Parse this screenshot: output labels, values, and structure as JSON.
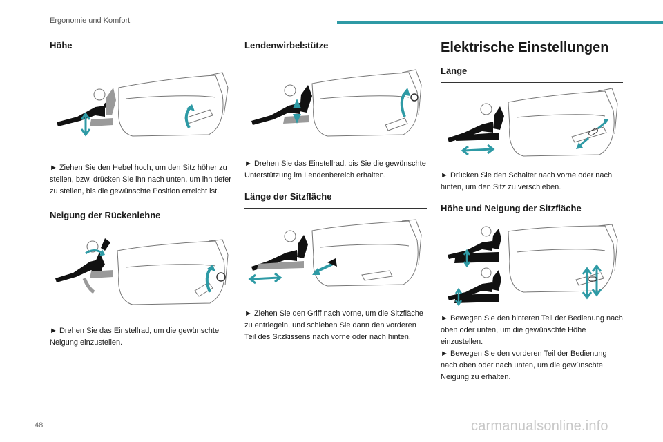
{
  "header": {
    "section_title": "Ergonomie und Komfort"
  },
  "page_number": "48",
  "watermark": "carmanualsonline.info",
  "col1": {
    "s1_title": "Höhe",
    "s1_text": "► Ziehen Sie den Hebel hoch, um den Sitz höher zu stellen, bzw. drücken Sie ihn nach unten, um ihn tiefer zu stellen, bis die gewünschte Position erreicht ist.",
    "s2_title": "Neigung der Rückenlehne",
    "s2_text": "► Drehen Sie das Einstellrad, um die gewünschte Neigung einzustellen."
  },
  "col2": {
    "s1_title": "Lendenwirbelstütze",
    "s1_text": "► Drehen Sie das Einstellrad, bis Sie die gewünschte Unterstützung im Lendenbereich erhalten.",
    "s2_title": "Länge der Sitzfläche",
    "s2_text": "► Ziehen Sie den Griff nach vorne, um die Sitzfläche zu entriegeln, und schieben Sie dann den vorderen Teil des Sitzkissens nach vorne oder nach hinten."
  },
  "col3": {
    "main_title": "Elektrische Einstellungen",
    "s1_title": "Länge",
    "s1_text": "► Drücken Sie den Schalter nach vorne oder nach hinten, um den Sitz zu verschieben.",
    "s2_title": "Höhe und Neigung der Sitzfläche",
    "s2_text": "► Bewegen Sie den hinteren Teil der Bedienung nach oben oder unten, um die gewünschte Höhe einzustellen.\n► Bewegen Sie den vorderen Teil der Bedienung nach oben oder nach unten, um die gewünschte Neigung zu erhalten."
  },
  "colors": {
    "accent": "#2e9aa5",
    "arrow": "#2e9aa5",
    "outline": "#777777"
  }
}
